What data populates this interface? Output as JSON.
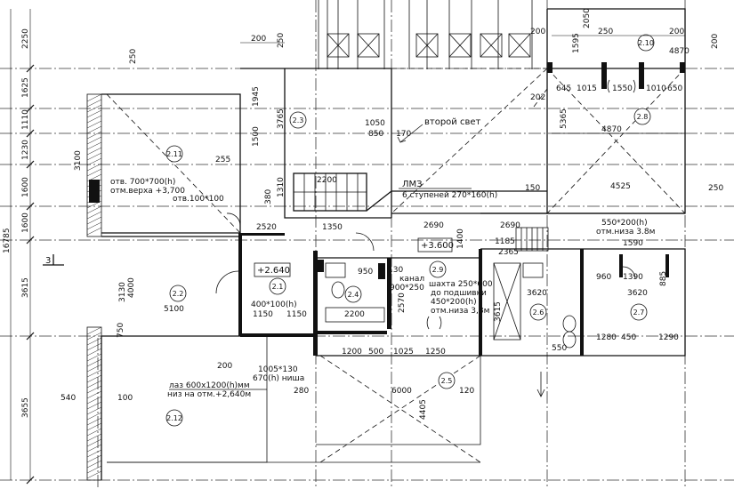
{
  "left_dims": [
    "2250",
    "1625",
    "1110",
    "1230",
    "1600",
    "1600",
    "3615",
    "3655"
  ],
  "overall_dim": "16785",
  "section_marker": "3",
  "top_dims": [
    "200",
    "250",
    "200",
    "250",
    "200",
    "4870",
    "200",
    "250"
  ],
  "labels": {
    "second_light": "второй свет",
    "lmz": "ЛМЗ",
    "steps": "6 ступеней 270*160(h)",
    "opening_700": "отв. 700*700(h)",
    "opening_700_level": "отм.верха +3,700",
    "opening_100": "отв.100*100",
    "opening_400": "400*100(h)",
    "canal": "канал",
    "canal_size": "900*250",
    "shaft": "шахта 250*600",
    "shaft_2": "до подшивки",
    "shaft_3": "450*200(h)",
    "shaft_4": "отм.низа 3,8м",
    "opening_550": "550*200(h)",
    "opening_550_level": "отм.низа 3.8м",
    "hatch": "лаз 600x1200(h)мм",
    "hatch_level": "низ на отм.+2,640м",
    "niche": "1005*130",
    "niche_2": "670(h) ниша",
    "level_3600": "+3.600",
    "level_2640": "+2.640"
  },
  "rooms": [
    "2.1",
    "2.2",
    "2.3",
    "2.4",
    "2.5",
    "2.6",
    "2.7",
    "2.8",
    "2.9",
    "2.10",
    "2.11",
    "2.12"
  ],
  "dims": {
    "d1945": "1945",
    "d3765": "3765",
    "d1500": "1500",
    "d1050": "1050",
    "d850": "850",
    "d170": "170",
    "d2200": "2200",
    "d380": "380",
    "d1310": "1310",
    "d3100": "3100",
    "d2520": "2520",
    "d1350": "1350",
    "d2690a": "2690",
    "d2690b": "2690",
    "d1400": "1400",
    "d1185": "1185",
    "d2365": "2365",
    "d950": "950",
    "d130": "130",
    "d2570": "2570",
    "d3130": "3130",
    "d4000": "4000",
    "d5100": "5100",
    "d1150a": "1150",
    "d1150b": "1150",
    "d2200b": "2200",
    "d750": "750",
    "d3620a": "3620",
    "d3620b": "3620",
    "d3615": "3615",
    "d1590": "1590",
    "d1390": "1390",
    "d960": "960",
    "d885": "885",
    "d1280": "1280",
    "d450": "450",
    "d1290": "1290",
    "d1200": "1200",
    "d550": "550",
    "d500": "500",
    "d1025": "1025",
    "d1250": "1250",
    "d6000": "6000",
    "d4405": "4405",
    "d540": "540",
    "d100": "100",
    "d280": "280",
    "d120": "120",
    "d4525": "4525",
    "d4870b": "4870",
    "d5365": "5365",
    "d645": "645",
    "d1015": "1015",
    "d1550": "1550",
    "d1010": "1010",
    "d650": "650",
    "d1595": "1595",
    "d2050": "2050",
    "d202": "202",
    "d255": "255",
    "d150": "150",
    "d250": "250",
    "d200": "200"
  }
}
